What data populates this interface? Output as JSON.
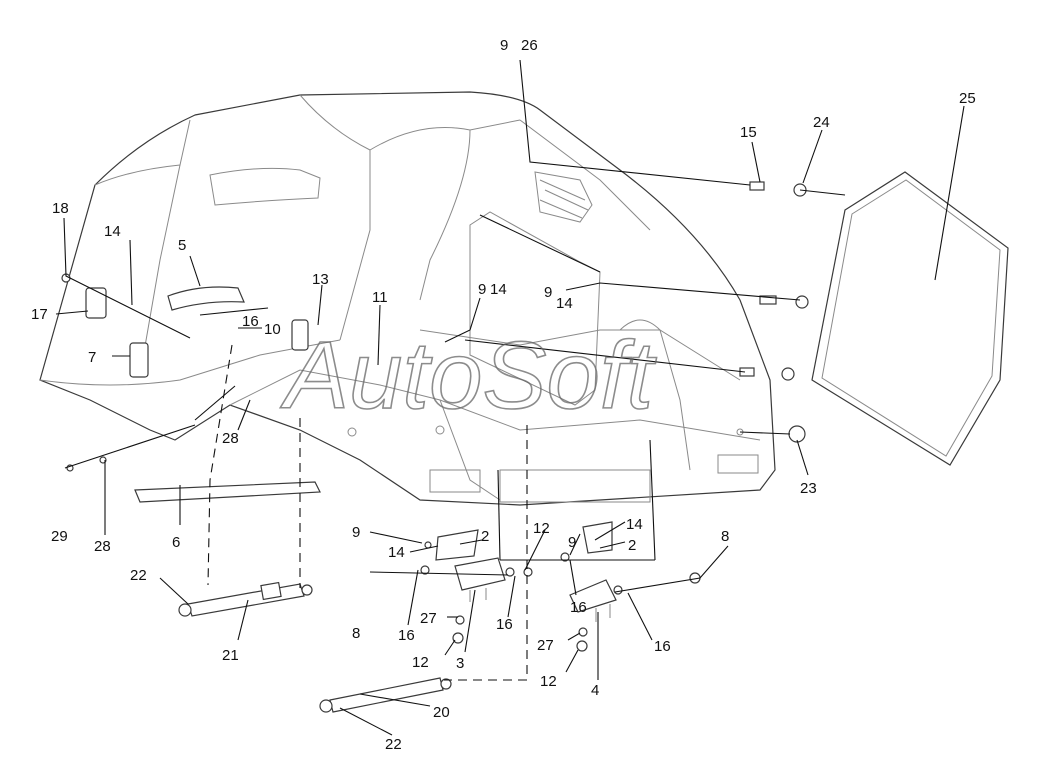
{
  "diagram": {
    "watermark": "AutoSoft",
    "callouts": [
      "9",
      "26",
      "25",
      "15",
      "24",
      "18",
      "14",
      "5",
      "17",
      "16",
      "10",
      "13",
      "11",
      "9",
      "14",
      "9",
      "14",
      "7",
      "28",
      "29",
      "28",
      "6",
      "9",
      "14",
      "2",
      "12",
      "9",
      "14",
      "2",
      "8",
      "22",
      "8",
      "16",
      "27",
      "16",
      "16",
      "27",
      "3",
      "4",
      "16",
      "12",
      "12",
      "21",
      "20",
      "22",
      "23"
    ]
  },
  "colors": {
    "line": "#3a3a3a",
    "text": "#111111",
    "background": "#ffffff"
  }
}
